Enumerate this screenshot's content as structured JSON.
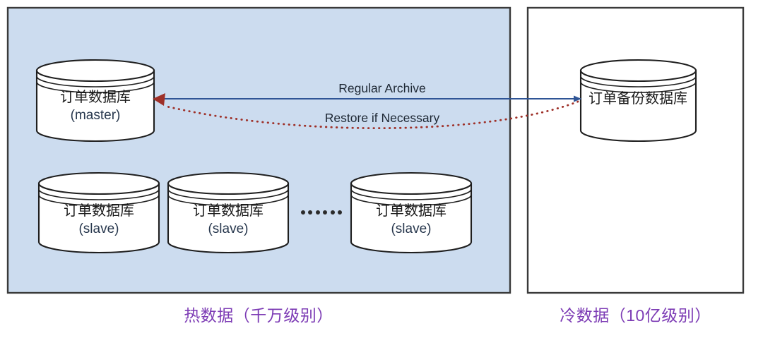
{
  "colors": {
    "hot_panel_fill": "#ccdcef",
    "panel_border": "#3a3a3a",
    "cold_panel_fill": "#ffffff",
    "caption_purple": "#7d3cb5",
    "archive_arrow_blue": "#3c5f9e",
    "restore_arrow_red": "#a83232",
    "cylinder_fill": "#ffffff",
    "cylinder_stroke": "#1f1f1f",
    "label_text": "#1a1a1a",
    "role_text": "#27374d"
  },
  "panels": {
    "hot": {
      "caption": "热数据（千万级别）"
    },
    "cold": {
      "caption": "冷数据（10亿级别）"
    }
  },
  "databases": {
    "master": {
      "name": "订单数据库",
      "role": "(master)"
    },
    "slaves": [
      {
        "name": "订单数据库",
        "role": "(slave)"
      },
      {
        "name": "订单数据库",
        "role": "(slave)"
      },
      {
        "name": "订单数据库",
        "role": "(slave)"
      }
    ],
    "backup": {
      "name": "订单备份数据库",
      "role": ""
    }
  },
  "edges": {
    "archive": {
      "label": "Regular Archive",
      "direction": "master-to-backup",
      "style": "solid",
      "color": "#3c5f9e"
    },
    "restore": {
      "label": "Restore if Necessary",
      "direction": "backup-to-master",
      "style": "dotted",
      "color": "#a83232"
    }
  },
  "ellipsis": {
    "dot_count": 6,
    "meaning": "more-slave-databases"
  }
}
